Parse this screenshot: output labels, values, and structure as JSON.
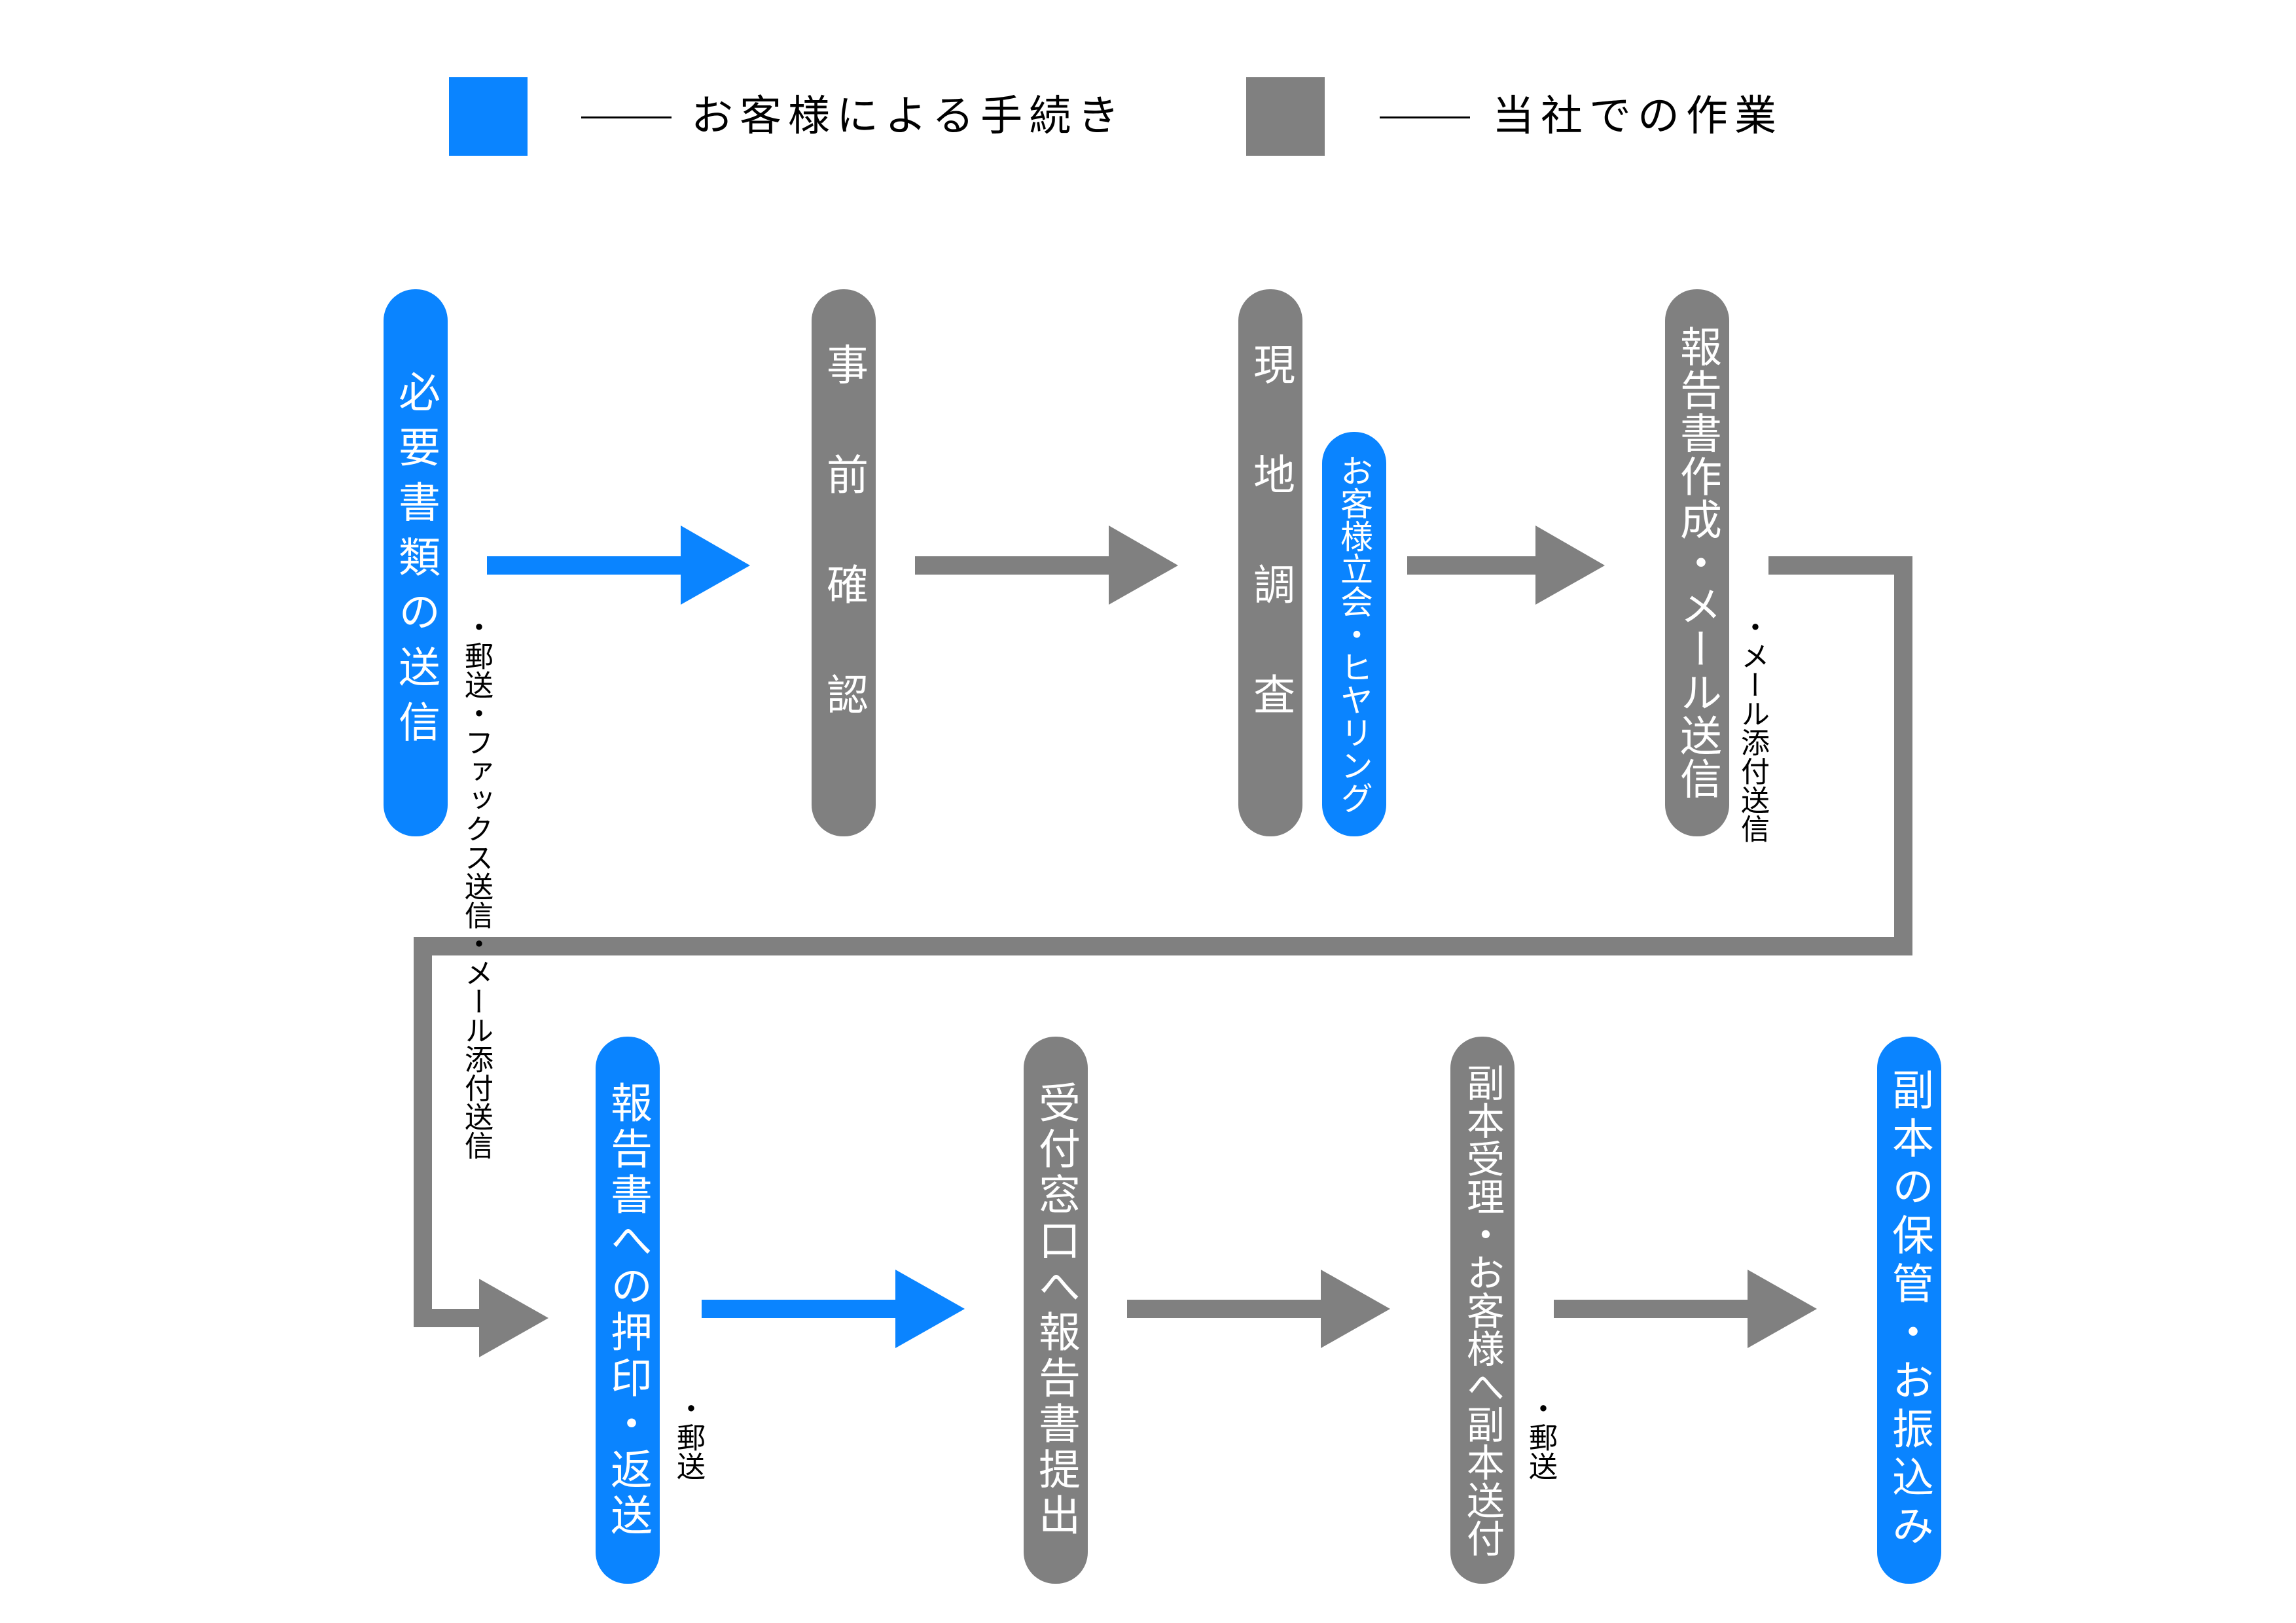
{
  "colors": {
    "customer": "#0A84FF",
    "company": "#808080"
  },
  "legend": {
    "customer_label": "お客様による手続き",
    "company_label": "当社での作業"
  },
  "steps": {
    "send_documents": "必要書類の送信",
    "pre_confirmation": "事前確認",
    "site_survey": "現地調査",
    "attendance_hearing": "お客様立会・ヒヤリング",
    "report_creation": "報告書作成・メール送信",
    "seal_return": "報告書への押印・返送",
    "submit_report": "受付窓口へ報告書提出",
    "copy_receipt": "副本受理・お客様へ副本送付",
    "storage_payment": "副本の保管・お振込み"
  },
  "notes": {
    "send_methods": [
      "・郵送",
      "・ファックス送信",
      "・メール添付送信"
    ],
    "report_method": [
      "・メール添付送信"
    ],
    "return_method": [
      "・郵送"
    ],
    "copy_method": [
      "・郵送"
    ]
  }
}
